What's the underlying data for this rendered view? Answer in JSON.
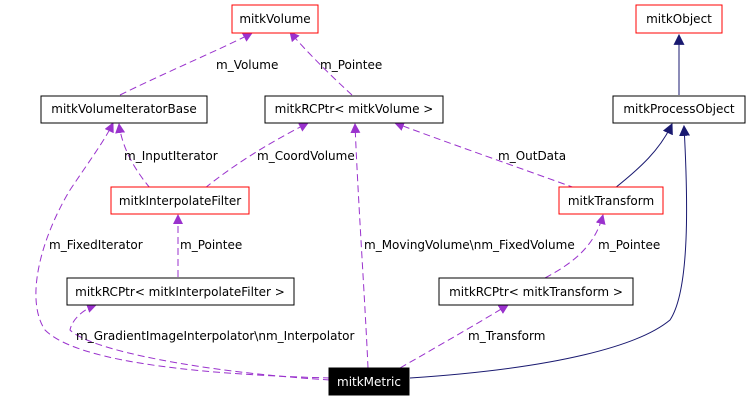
{
  "diagram": {
    "nodes": {
      "mitkVolume": "mitkVolume",
      "mitkObject": "mitkObject",
      "mitkVolumeIteratorBase": "mitkVolumeIteratorBase",
      "rcptrVolume": "mitkRCPtr< mitkVolume >",
      "mitkProcessObject": "mitkProcessObject",
      "mitkInterpolateFilter": "mitkInterpolateFilter",
      "mitkTransform": "mitkTransform",
      "rcptrInterpolateFilter": "mitkRCPtr< mitkInterpolateFilter >",
      "rcptrTransform": "mitkRCPtr< mitkTransform >",
      "mitkMetric": "mitkMetric"
    },
    "edge_labels": {
      "m_Volume": "m_Volume",
      "m_Pointee_volume": "m_Pointee",
      "m_InputIterator": "m_InputIterator",
      "m_CoordVolume": "m_CoordVolume",
      "m_OutData": "m_OutData",
      "m_FixedIterator": "m_FixedIterator",
      "m_Pointee_filter": "m_Pointee",
      "m_MovingVolume": "m_MovingVolume\\nm_FixedVolume",
      "m_Pointee_transform": "m_Pointee",
      "m_GradientImageInterpolator": "m_GradientImageInterpolator\\nm_Interpolator",
      "m_Transform": "m_Transform"
    },
    "colors": {
      "usage_edge": "#9a32cd",
      "inheritance_edge": "#191970",
      "node_border_red": "#ff0000",
      "node_border_black": "#000000",
      "highlight_node_bg": "#000000",
      "highlight_node_text": "#ffffff"
    }
  }
}
